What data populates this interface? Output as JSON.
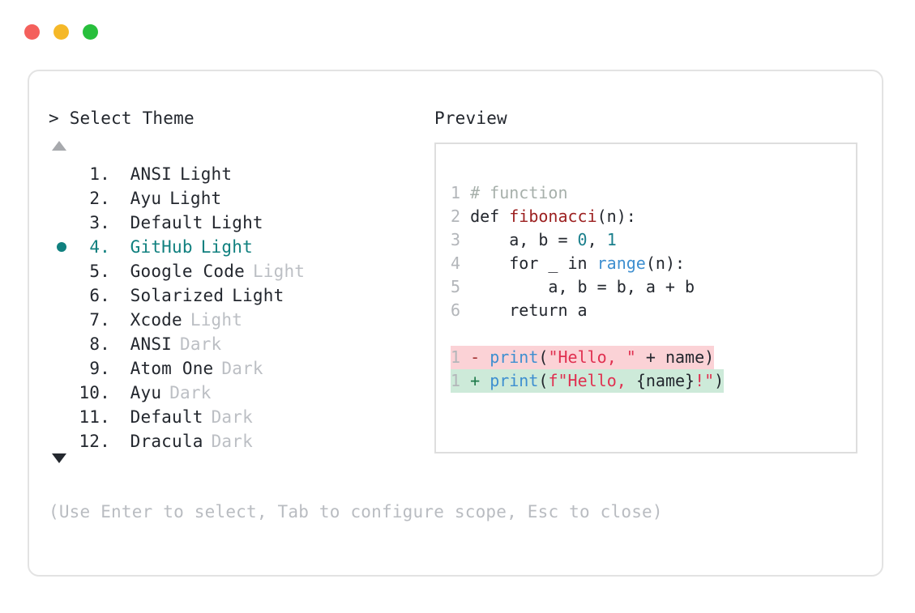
{
  "window": {
    "traffic_lights": [
      {
        "name": "close",
        "color": "#f4605c"
      },
      {
        "name": "minimize",
        "color": "#f5b828"
      },
      {
        "name": "maximize",
        "color": "#27bf3c"
      }
    ]
  },
  "prompt": {
    "marker": ">",
    "title": "Select Theme",
    "scroll_up": "▲",
    "scroll_down": "▼",
    "selected_index": 4,
    "accent": "#10807f"
  },
  "themes": [
    {
      "index": "1.",
      "name": "ANSI",
      "variant": "Light",
      "variant_dim": false,
      "selected": false
    },
    {
      "index": "2.",
      "name": "Ayu",
      "variant": "Light",
      "variant_dim": false,
      "selected": false
    },
    {
      "index": "3.",
      "name": "Default",
      "variant": "Light",
      "variant_dim": false,
      "selected": false
    },
    {
      "index": "4.",
      "name": "GitHub",
      "variant": "Light",
      "variant_dim": false,
      "selected": true
    },
    {
      "index": "5.",
      "name": "Google Code",
      "variant": "Light",
      "variant_dim": true,
      "selected": false
    },
    {
      "index": "6.",
      "name": "Solarized",
      "variant": "Light",
      "variant_dim": false,
      "selected": false
    },
    {
      "index": "7.",
      "name": "Xcode",
      "variant": "Light",
      "variant_dim": true,
      "selected": false
    },
    {
      "index": "8.",
      "name": "ANSI",
      "variant": "Dark",
      "variant_dim": true,
      "selected": false
    },
    {
      "index": "9.",
      "name": "Atom One",
      "variant": "Dark",
      "variant_dim": true,
      "selected": false
    },
    {
      "index": "10.",
      "name": "Ayu",
      "variant": "Dark",
      "variant_dim": true,
      "selected": false
    },
    {
      "index": "11.",
      "name": "Default",
      "variant": "Dark",
      "variant_dim": true,
      "selected": false
    },
    {
      "index": "12.",
      "name": "Dracula",
      "variant": "Dark",
      "variant_dim": true,
      "selected": false
    }
  ],
  "preview": {
    "title": "Preview",
    "code_lines": [
      {
        "no": "1",
        "tokens": [
          {
            "t": "# function",
            "c": "comment"
          }
        ]
      },
      {
        "no": "2",
        "tokens": [
          {
            "t": "def ",
            "c": "kw"
          },
          {
            "t": "fibonacci",
            "c": "fn"
          },
          {
            "t": "(n):",
            "c": "plain"
          }
        ]
      },
      {
        "no": "3",
        "tokens": [
          {
            "t": "    a, b = ",
            "c": "plain"
          },
          {
            "t": "0",
            "c": "num"
          },
          {
            "t": ", ",
            "c": "plain"
          },
          {
            "t": "1",
            "c": "num"
          }
        ]
      },
      {
        "no": "4",
        "tokens": [
          {
            "t": "    for _ in ",
            "c": "plain"
          },
          {
            "t": "range",
            "c": "blue"
          },
          {
            "t": "(n):",
            "c": "plain"
          }
        ]
      },
      {
        "no": "5",
        "tokens": [
          {
            "t": "        a, b = b, a + b",
            "c": "plain"
          }
        ]
      },
      {
        "no": "6",
        "tokens": [
          {
            "t": "    return a",
            "c": "plain"
          }
        ]
      }
    ],
    "diff_lines": [
      {
        "no": "1",
        "sign": "-",
        "kind": "minus",
        "bg": "#fbd2d6",
        "tokens": [
          {
            "t": "print",
            "c": "blue"
          },
          {
            "t": "(",
            "c": "plain"
          },
          {
            "t": "\"Hello, \"",
            "c": "str"
          },
          {
            "t": " + name)",
            "c": "plain"
          }
        ]
      },
      {
        "no": "1",
        "sign": "+",
        "kind": "plus",
        "bg": "#cdead9",
        "tokens": [
          {
            "t": "print",
            "c": "blue"
          },
          {
            "t": "(",
            "c": "plain"
          },
          {
            "t": "f\"Hello, ",
            "c": "str"
          },
          {
            "t": "{name}",
            "c": "plain"
          },
          {
            "t": "!\"",
            "c": "str"
          },
          {
            "t": ")",
            "c": "plain"
          }
        ]
      }
    ]
  },
  "footer": {
    "hint": "(Use Enter to select, Tab to configure scope, Esc to close)"
  }
}
